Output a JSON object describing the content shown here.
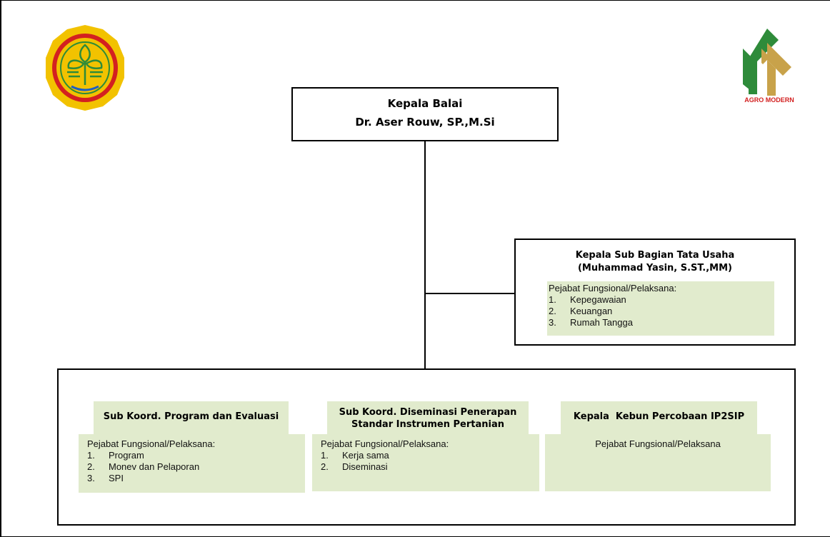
{
  "head": {
    "line1": "Kepala Balai",
    "line2": "Dr. Aser Rouw, SP.,M.Si"
  },
  "subbag": {
    "line1": "Kepala Sub Bagian Tata Usaha",
    "line2": "(Muhammad Yasin, S.ST.,MM)",
    "staff_heading": "Pejabat Fungsional/Pelaksana:",
    "items": [
      {
        "num": "1.",
        "label": "Kepegawaian"
      },
      {
        "num": "2.",
        "label": "Keuangan"
      },
      {
        "num": "3.",
        "label": "Rumah Tangga"
      }
    ]
  },
  "units": [
    {
      "line1": "Sub Koord. Program dan Evaluasi",
      "line2": "",
      "staff_heading": "Pejabat Fungsional/Pelaksana:",
      "items": [
        {
          "num": "1.",
          "label": "Program"
        },
        {
          "num": "2.",
          "label": "Monev dan Pelaporan"
        },
        {
          "num": "3.",
          "label": "SPI"
        }
      ]
    },
    {
      "line1": "Sub Koord. Diseminasi Penerapan",
      "line2": "Standar Instrumen Pertanian",
      "staff_heading": "Pejabat Fungsional/Pelaksana:",
      "items": [
        {
          "num": "1.",
          "label": "Kerja sama"
        },
        {
          "num": "2.",
          "label": "Diseminasi"
        }
      ]
    },
    {
      "line1": "Kepala  Kebun Percobaan IP2SIP",
      "line2": "",
      "staff_heading": "Pejabat Fungsional/Pelaksana",
      "items": []
    }
  ],
  "logo_right": {
    "caption": "AGRO MODERN"
  },
  "colors": {
    "panel_fill": "#e1ebcd",
    "logo_gold": "#f2c200",
    "logo_red": "#d32020",
    "logo_green": "#2e8b3a",
    "logo_tan": "#c8a24a"
  }
}
